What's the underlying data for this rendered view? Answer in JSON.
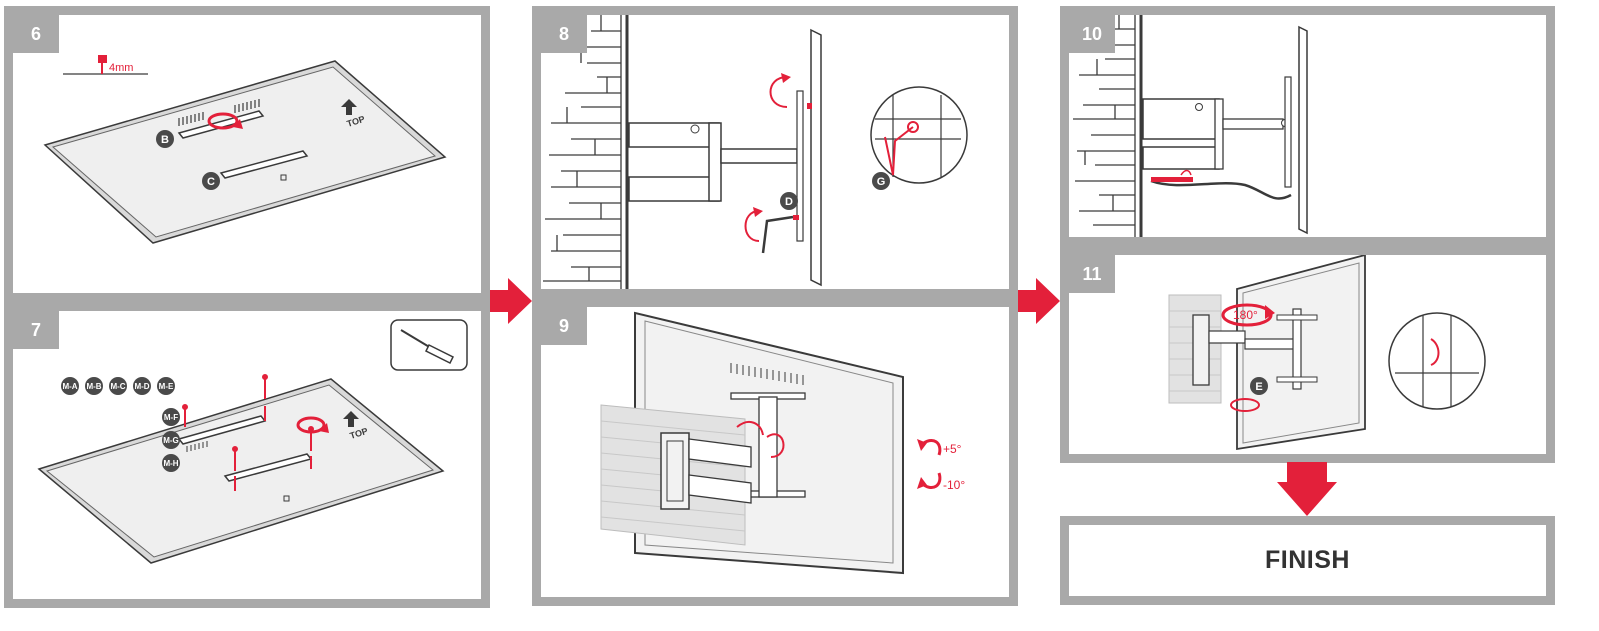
{
  "colors": {
    "frame": "#a9a9a9",
    "accent": "#e3203a",
    "line": "#3a3a3a",
    "badge": "#4a4a4a"
  },
  "steps": {
    "s6": {
      "number": "6",
      "gap": "4mm",
      "parts": [
        "B",
        "C"
      ],
      "top": "TOP"
    },
    "s7": {
      "number": "7",
      "hardware_top": [
        "M-A",
        "M-B",
        "M-C",
        "M-D",
        "M-E"
      ],
      "hardware_side": [
        "M-F",
        "M-G",
        "M-H"
      ],
      "top": "TOP",
      "tool_icon": "screwdriver-icon"
    },
    "s8": {
      "number": "8",
      "parts": [
        "D",
        "G"
      ]
    },
    "s9": {
      "number": "9",
      "tilt_up": "+5°",
      "tilt_down": "-10°"
    },
    "s10": {
      "number": "10"
    },
    "s11": {
      "number": "11",
      "rotation": "180°",
      "parts": [
        "E"
      ]
    }
  },
  "finish": {
    "label": "FINISH"
  }
}
